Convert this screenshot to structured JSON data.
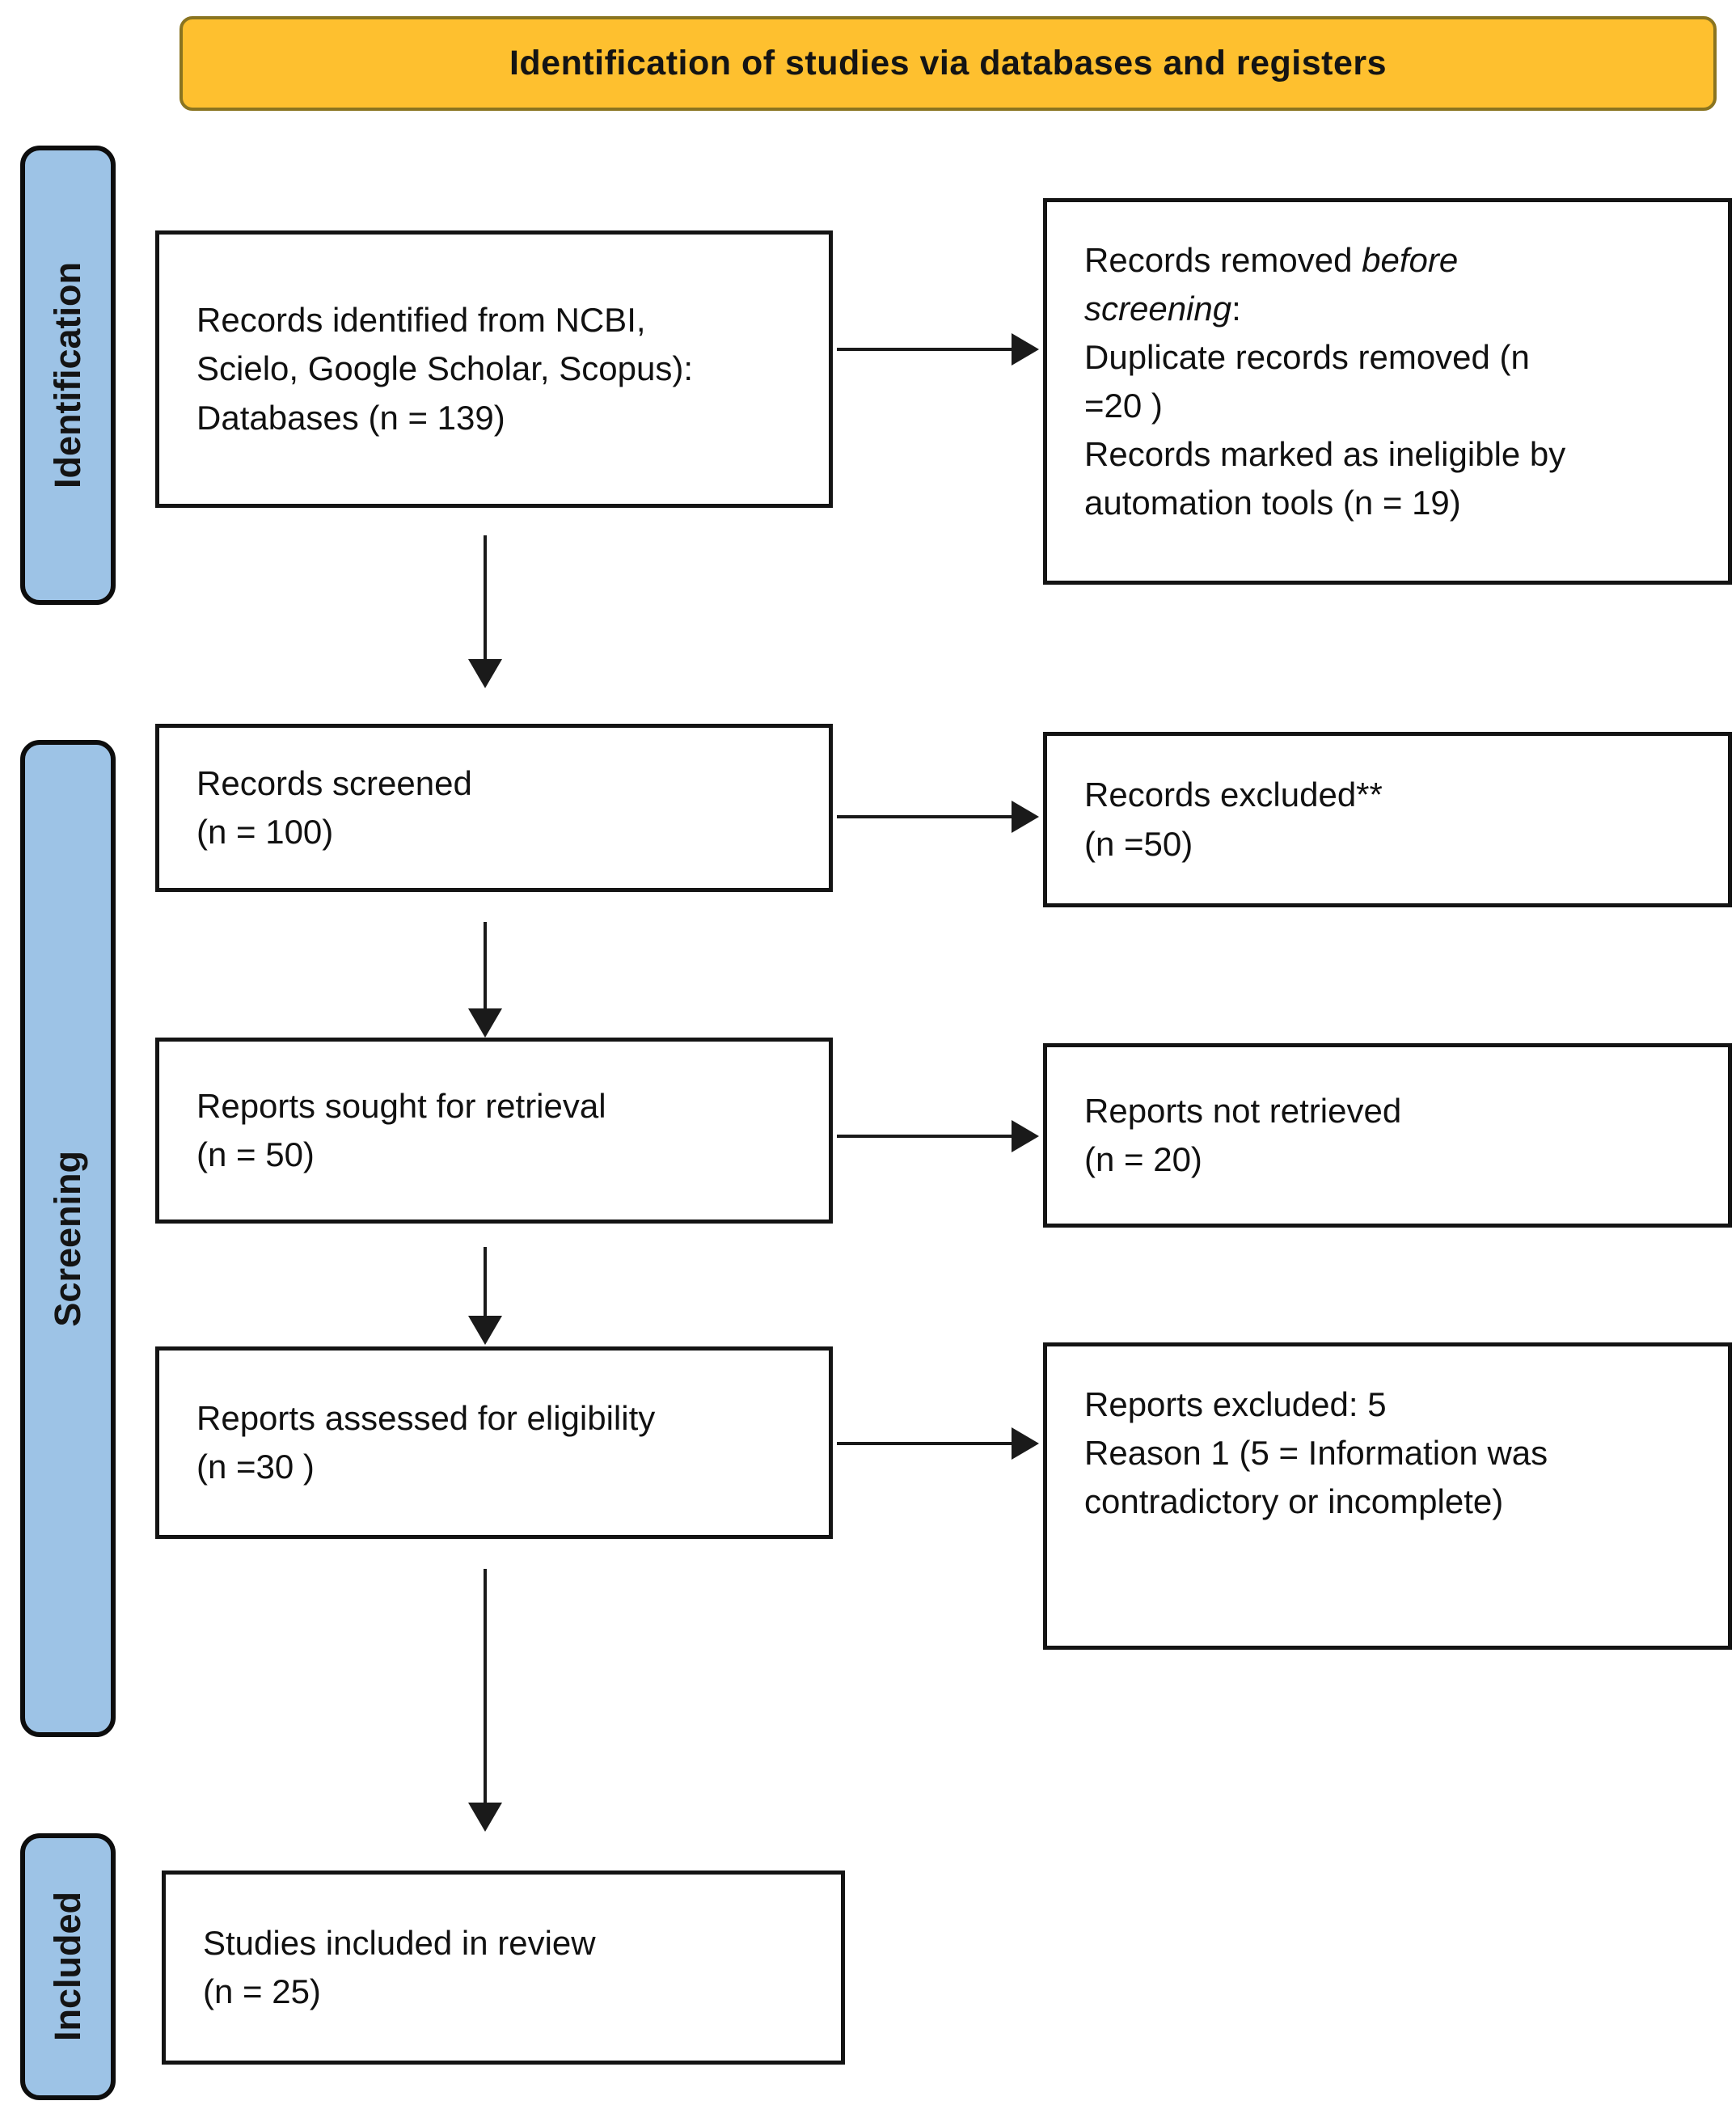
{
  "banner": {
    "title": "Identification of studies via databases and registers"
  },
  "colors": {
    "banner_fill": "#FEC02F",
    "banner_border": "#8A7420",
    "stage_fill": "#9DC3E6",
    "box_border": "#141414",
    "arrow": "#1A1A1A"
  },
  "stages": [
    {
      "label": "Identification"
    },
    {
      "label": "Screening"
    },
    {
      "label": "Included"
    }
  ],
  "boxes": {
    "identified": {
      "text": "Records identified from NCBI,\nScielo, Google Scholar, Scopus):\nDatabases (n = 139)"
    },
    "removed": {
      "prefix": "Records removed ",
      "italic": "before\nscreening",
      "suffix": ":",
      "details": "\nDuplicate records removed  (n\n=20 )\nRecords marked as ineligible by\nautomation tools (n = 19)"
    },
    "screened": {
      "text": "Records screened\n(n = 100)"
    },
    "excluded": {
      "text": "Records excluded**\n(n =50)"
    },
    "sought": {
      "text": "Reports sought for retrieval\n(n = 50)"
    },
    "not_retrieved": {
      "text": "Reports not retrieved\n(n = 20)"
    },
    "assessed": {
      "text": "Reports assessed for eligibility\n(n =30 )"
    },
    "reports_excluded": {
      "text": "Reports excluded: 5\nReason 1 (5 = Information was\ncontradictory or incomplete)"
    },
    "included_in_review": {
      "text": "Studies included in review\n(n = 25)"
    }
  }
}
